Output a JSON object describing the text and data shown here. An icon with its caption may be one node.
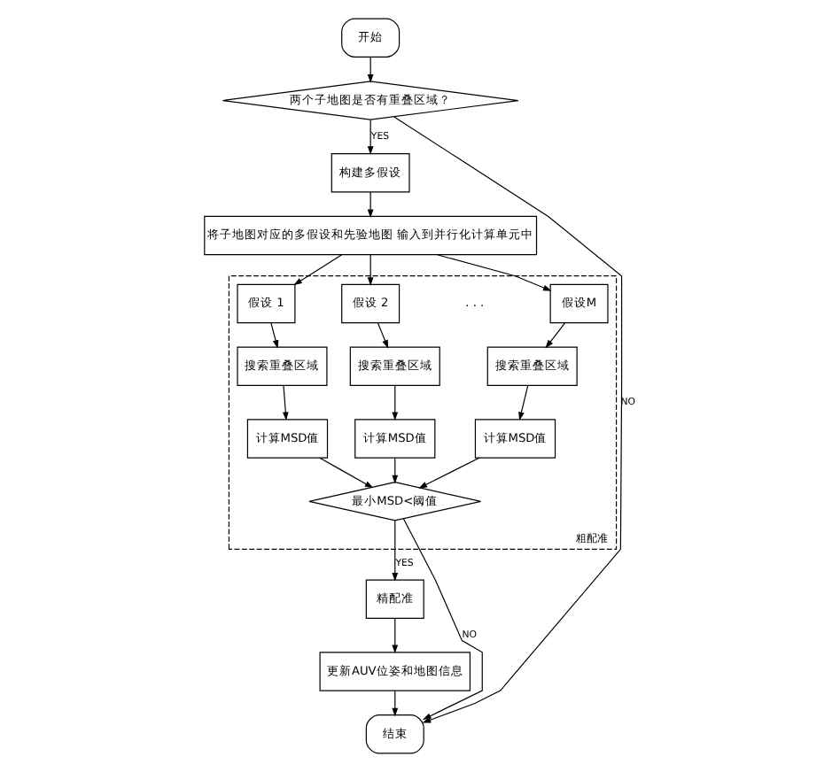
{
  "diagram": {
    "nodes": [
      {
        "text": [
          "开始"
        ]
      },
      {
        "text": [
          "两个子地图是否有重叠区域？"
        ]
      },
      {
        "text": [
          "构建多假设"
        ]
      },
      {
        "text": [
          "将子地图对应的多假设和先验地图 输入到并行化计算单元中"
        ]
      },
      {
        "text": [
          "粗配准"
        ]
      },
      {
        "text": [
          "假设 1"
        ],
        "in": 4
      },
      {
        "text": [
          "假设 2"
        ],
        "in": 4
      },
      {
        "text": [
          "假设M"
        ],
        "in": 4
      },
      {
        "text": [
          "搜索重叠区域"
        ],
        "in": 4
      },
      {
        "text": [
          "搜索重叠区域"
        ],
        "in": 4
      },
      {
        "text": [
          "搜索重叠区域"
        ],
        "in": 4
      },
      {
        "text": [
          "计算MSD值"
        ],
        "in": 4
      },
      {
        "text": [
          "计算MSD值"
        ],
        "in": 4
      },
      {
        "text": [
          "计算MSD值"
        ],
        "in": 4
      },
      {
        "text": [
          "最小MSD<阈值"
        ],
        "in": 4
      },
      {
        "text": [
          "精配准"
        ]
      },
      {
        "text": [
          "更新AUV位姿和地图信息"
        ]
      },
      {
        "text": [
          "结束"
        ]
      }
    ],
    "edges": [
      {
        "from": 0,
        "to": 1,
        "arrow": "to"
      },
      {
        "from": 1,
        "to": 2,
        "arrow": "to",
        "label": "YES"
      },
      {
        "from": 2,
        "to": 3,
        "arrow": "to"
      },
      {
        "from": 3,
        "to": 5,
        "arrow": "to"
      },
      {
        "from": 3,
        "to": 6,
        "arrow": "to"
      },
      {
        "from": 3,
        "to": 7,
        "arrow": "to"
      },
      {
        "from": 5,
        "to": 8,
        "arrow": "to"
      },
      {
        "from": 6,
        "to": 9,
        "arrow": "to"
      },
      {
        "from": 7,
        "to": 10,
        "arrow": "to"
      },
      {
        "from": 8,
        "to": 11,
        "arrow": "to"
      },
      {
        "from": 9,
        "to": 12,
        "arrow": "to"
      },
      {
        "from": 10,
        "to": 13,
        "arrow": "to"
      },
      {
        "from": 11,
        "to": 14,
        "arrow": "to"
      },
      {
        "from": 12,
        "to": 14,
        "arrow": "to"
      },
      {
        "from": 13,
        "to": 14,
        "arrow": "to"
      },
      {
        "from": 14,
        "to": 15,
        "arrow": "to",
        "label": "YES"
      },
      {
        "from": 15,
        "to": 16,
        "arrow": "to"
      },
      {
        "from": 16,
        "to": 17,
        "arrow": "to"
      },
      {
        "from": 1,
        "to": 17,
        "arrow": "to",
        "label": "NO"
      },
      {
        "from": 14,
        "to": 17,
        "arrow": "to",
        "label": "NO"
      }
    ],
    "labels": [
      ". . ."
    ]
  }
}
